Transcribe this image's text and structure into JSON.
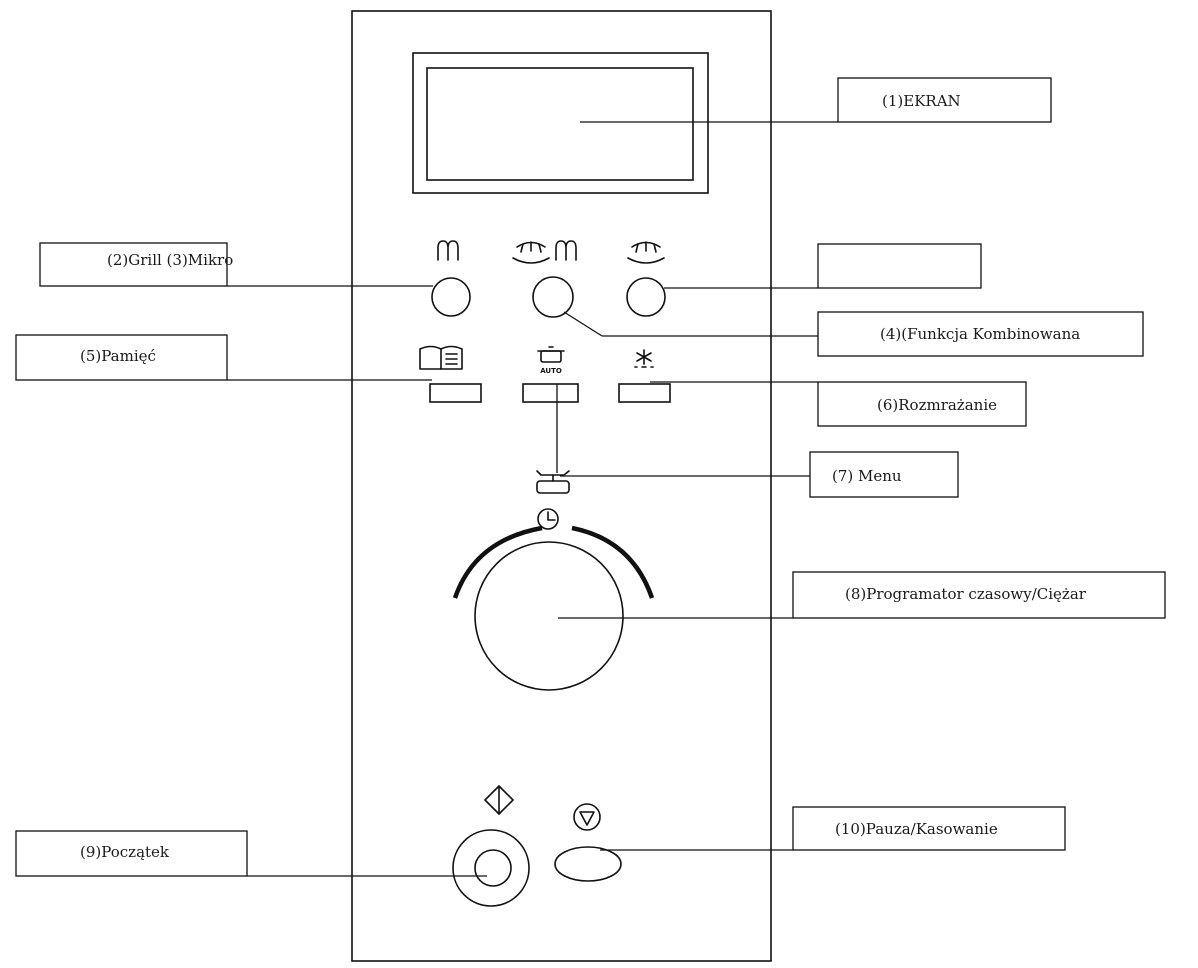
{
  "labels": {
    "screen": "(1)EKRAN",
    "grill_micro": "(2)Grill  (3)Mikro",
    "combination": "(4)(Funkcja Kombinowana",
    "memory": "(5)Pamięć",
    "defrost": "(6)Rozmrażanie",
    "menu": "(7) Menu",
    "timer_weight": "(8)Programator czasowy/Ciężar",
    "start": "(9)Początek",
    "pause_cancel": "(10)Pauza/Kasowanie"
  },
  "panel": {
    "auto_text": "AUTO"
  }
}
